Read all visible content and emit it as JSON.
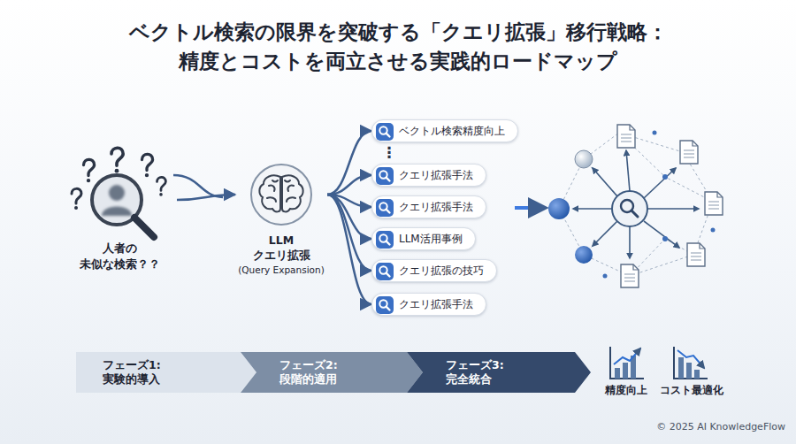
{
  "diagram": {
    "title": "ベクトル検索の限界を突破する「クエリ拡張」移行戦略： 精度とコストを両立させる実践的ロードマップ",
    "nodes": [
      {
        "text": [
          "人者の 未似な検索？？"
        ]
      },
      {
        "text": [
          "LLM クエリ拡張",
          "(Query Expansion)"
        ]
      },
      {
        "text": [
          "ベクトル検索精度向上"
        ]
      },
      {
        "text": [
          "クエリ拡張手法"
        ]
      },
      {
        "text": [
          "クエリ拡張手法"
        ]
      },
      {
        "text": [
          "LLM活用事例"
        ]
      },
      {
        "text": [
          "クエリ拡張の技巧"
        ]
      },
      {
        "text": [
          "クエリ拡張手法"
        ]
      },
      {
        "text": [
          "フェーズ1: 実験的導入"
        ]
      },
      {
        "text": [
          "フェーズ2: 段階的適用"
        ]
      },
      {
        "text": [
          "フェーズ3: 完全統合"
        ]
      }
    ],
    "edges": [
      {
        "from": 0,
        "to": 1,
        "arrow": "to"
      },
      {
        "from": 1,
        "to": 2,
        "arrow": "to"
      },
      {
        "from": 1,
        "to": 3,
        "arrow": "to"
      },
      {
        "from": 1,
        "to": 4,
        "arrow": "to"
      },
      {
        "from": 1,
        "to": 5,
        "arrow": "to"
      },
      {
        "from": 1,
        "to": 6,
        "arrow": "to"
      },
      {
        "from": 1,
        "to": 7,
        "arrow": "to"
      }
    ],
    "labels": [
      "⋮",
      "精度向上",
      "コスト最適化",
      "© 2025 AI KnowledgeFlow"
    ]
  }
}
